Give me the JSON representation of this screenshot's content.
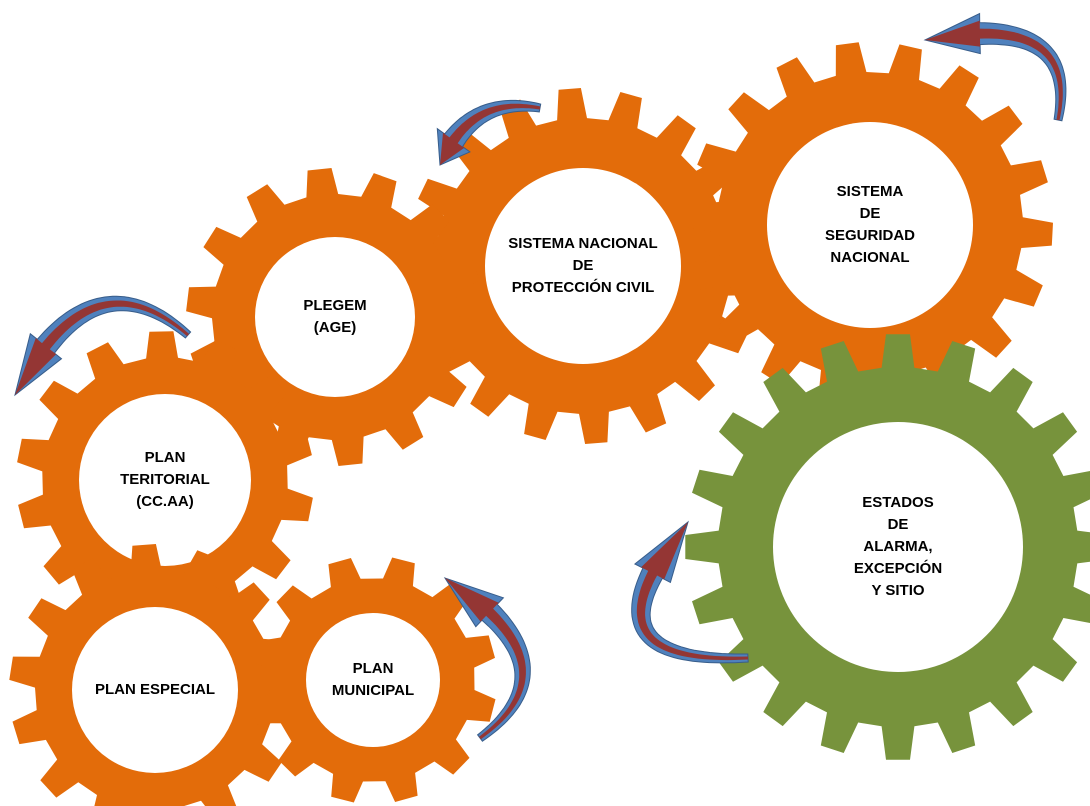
{
  "colors": {
    "orange_gear": "#E36C0A",
    "green_gear": "#77933C",
    "gear_center": "#FFFFFF",
    "arrow_outer": "#4F81BD",
    "arrow_inner": "#943634",
    "text": "#000000"
  },
  "gears": [
    {
      "id": "sistema-nacional-proteccion-civil",
      "color": "orange",
      "lines": [
        "SISTEMA NACIONAL",
        "DE",
        "PROTECCIÓN CIVIL"
      ]
    },
    {
      "id": "sistema-seguridad-nacional",
      "color": "orange",
      "lines": [
        "SISTEMA",
        "DE",
        "SEGURIDAD",
        "NACIONAL"
      ]
    },
    {
      "id": "plegem",
      "color": "orange",
      "lines": [
        "PLEGEM",
        "(AGE)"
      ]
    },
    {
      "id": "plan-teritorial",
      "color": "orange",
      "lines": [
        "PLAN",
        "TERITORIAL",
        "(CC.AA)"
      ]
    },
    {
      "id": "plan-especial",
      "color": "orange",
      "lines": [
        "PLAN ESPECIAL"
      ]
    },
    {
      "id": "plan-municipal",
      "color": "orange",
      "lines": [
        "PLAN",
        "MUNICIPAL"
      ]
    },
    {
      "id": "estados-alarma",
      "color": "green",
      "lines": [
        "ESTADOS",
        "DE",
        "ALARMA,",
        "EXCEPCIÓN",
        "Y SITIO"
      ]
    }
  ],
  "arrows": [
    {
      "id": "arrow-top-center",
      "direction": "counterclockwise"
    },
    {
      "id": "arrow-top-right",
      "direction": "counterclockwise"
    },
    {
      "id": "arrow-left",
      "direction": "counterclockwise"
    },
    {
      "id": "arrow-bottom-center",
      "direction": "clockwise"
    },
    {
      "id": "arrow-right-green",
      "direction": "clockwise"
    }
  ]
}
